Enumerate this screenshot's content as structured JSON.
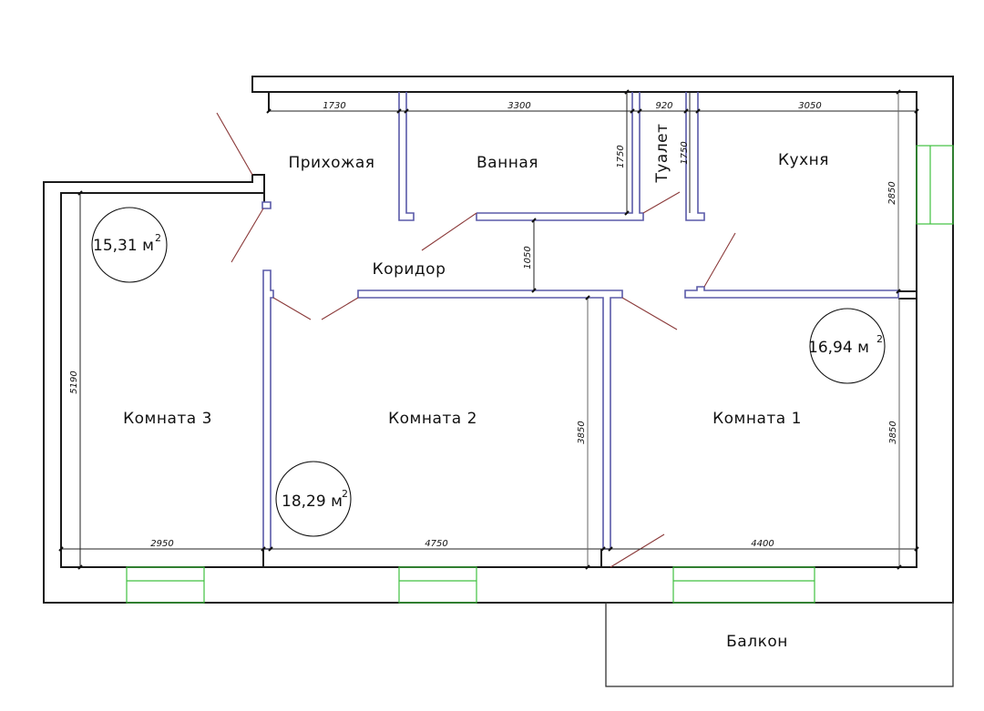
{
  "plan": {
    "rooms": [
      {
        "id": "hallway",
        "label": "Прихожая"
      },
      {
        "id": "bathroom",
        "label": "Ванная"
      },
      {
        "id": "toilet",
        "label": "Туалет"
      },
      {
        "id": "kitchen",
        "label": "Кухня"
      },
      {
        "id": "corridor",
        "label": "Коридор"
      },
      {
        "id": "room3",
        "label": "Комната 3"
      },
      {
        "id": "room2",
        "label": "Комната 2"
      },
      {
        "id": "room1",
        "label": "Комната 1"
      },
      {
        "id": "balcony",
        "label": "Балкон"
      }
    ],
    "areas": [
      {
        "room": "room3",
        "value": "15,31 м",
        "unit_sup": "2"
      },
      {
        "room": "room2",
        "value": "18,29 м",
        "unit_sup": "2"
      },
      {
        "room": "room1",
        "value": "16,94 м",
        "unit_sup": "2"
      }
    ],
    "dimensions": {
      "hallway_width": "1730",
      "bathroom_width": "3300",
      "bathroom_depth": "1750",
      "toilet_width": "920",
      "toilet_depth": "1750",
      "kitchen_width": "3050",
      "kitchen_depth": "2850",
      "corridor_width": "1050",
      "room3_depth": "5190",
      "room3_width": "2950",
      "room2_width": "4750",
      "room2_depth": "3850",
      "room1_width": "4400",
      "room1_depth": "3850"
    },
    "colors": {
      "outer_wall": "#1a1a1a",
      "partition": "#5a5aa8",
      "door_swing": "#8b3a3a",
      "window": "#40c040"
    }
  }
}
